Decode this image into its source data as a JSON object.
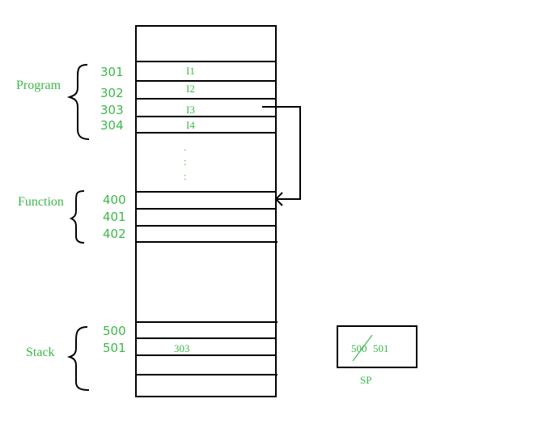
{
  "groups": {
    "program": "Program",
    "function": "Function",
    "stack": "Stack"
  },
  "program": {
    "addresses": [
      "301",
      "302",
      "303",
      "304"
    ],
    "instructions": [
      "I1",
      "I2",
      "I3",
      "I4"
    ]
  },
  "ellipsis": [
    ".",
    ":",
    ":"
  ],
  "function": {
    "addresses": [
      "400",
      "401",
      "402"
    ]
  },
  "stack": {
    "addresses": [
      "500",
      "501"
    ],
    "value": "303"
  },
  "sp": {
    "label": "SP",
    "old_value": "500",
    "new_value": "501"
  }
}
